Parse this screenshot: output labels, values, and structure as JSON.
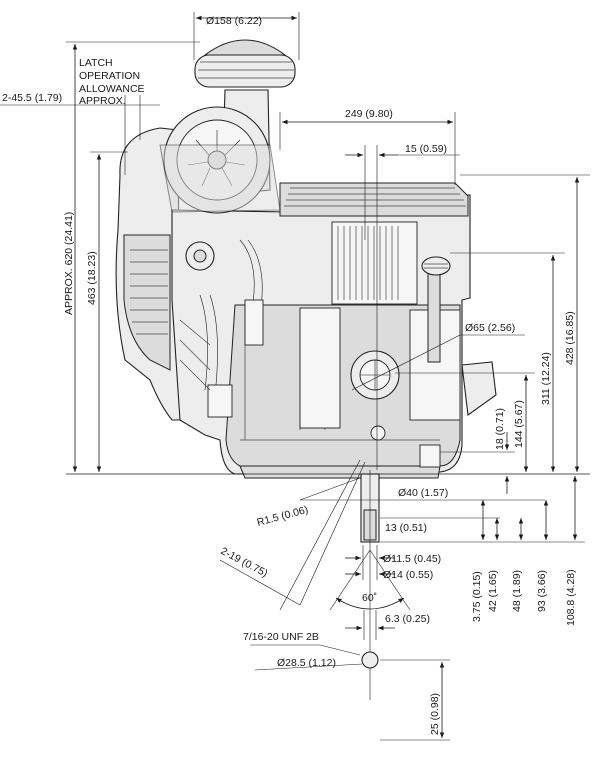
{
  "dimensions": {
    "d158": "Ø158  (6.22)",
    "latch1": "LATCH",
    "latch2": "OPERATION",
    "latch3": "ALLOWANCE",
    "latch4": "APPROX.",
    "d45_5": "2-45.5  (1.79)",
    "d249": "249  (9.80)",
    "d15": "15  (0.59)",
    "d620": "APPROX.  620  (24.41)",
    "d463": "463  (18.23)",
    "d428": "428  (16.85)",
    "d311": "311  (12.24)",
    "d65": "Ø65  (2.56)",
    "d144": "144  (5.67)",
    "d18": "18  (0.71)",
    "r1_5": "R1.5  (0.06)",
    "d40": "Ø40  (1.57)",
    "d13": "13  (0.51)",
    "d2_19": "2-19  (0.75)",
    "d11_5": "Ø11.5  (0.45)",
    "d14": "Ø14  (0.55)",
    "d3_75": "3.75  (0.15)",
    "d42": "42  (1.65)",
    "d48": "48  (1.89)",
    "d93": "93  (3.66)",
    "d108_8": "108.8  (4.28)",
    "angle60": "60˚",
    "d6_3": "6.3  (0.25)",
    "thread": "7/16-20 UNF 2B",
    "d28_5": "Ø28.5  (1.12)",
    "d25": "25  (0.98)"
  }
}
